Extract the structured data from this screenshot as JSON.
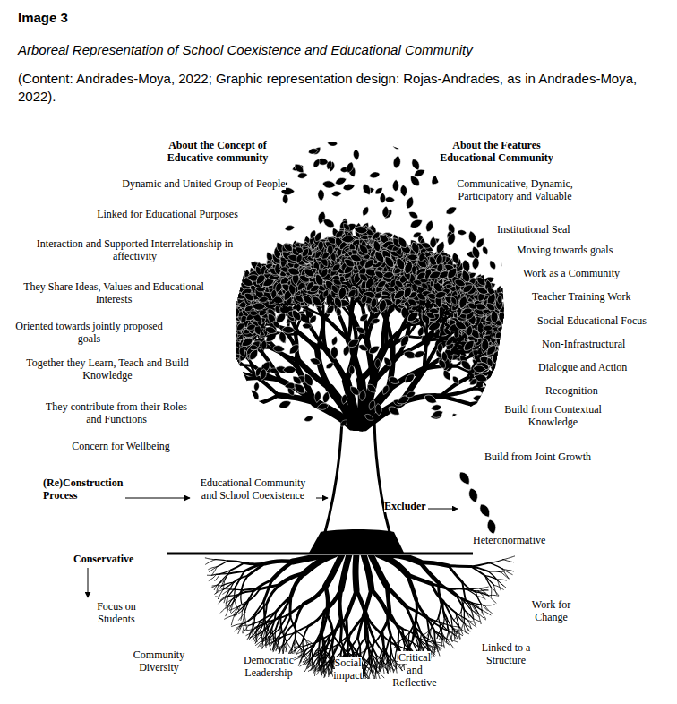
{
  "diagram": {
    "title": "Image 3",
    "caption": "Arboreal Representation of School Coexistence and Educational Community",
    "labels": [
      "(Content: Andrades-Moya, 2022; Graphic representation design: Rojas-Andrades, as in Andrades-Moya, 2022).",
      "About the Concept of Educative community",
      "About the Features Educational Community",
      "Dynamic and United Group of People",
      "Communicative, Dynamic, Participatory and Valuable",
      "Linked for Educational Purposes",
      "Institutional Seal",
      "Interaction and Supported Interrelationship in affectivity",
      "Moving towards goals",
      "Work as a Community",
      "They Share Ideas, Values and Educational Interests",
      "Teacher Training Work",
      "Oriented towards jointly proposed goals",
      "Social Educational Focus",
      "Non-Infrastructural",
      "Together they Learn, Teach and Build Knowledge",
      "Dialogue and Action",
      "Recognition",
      "They contribute from their Roles and Functions",
      "Build from Contextual Knowledge",
      "Concern for Wellbeing",
      "Build from Joint Growth",
      "(Re)Construction Process",
      "Educational Community and School Coexistence",
      "Excluder",
      "Heteronormative",
      "Conservative",
      "Focus on Students",
      "Work for Change",
      "Community Diversity",
      "Democratic Leadership",
      "Social impact",
      "Critical and Reflective",
      "Linked to a Structure"
    ]
  }
}
